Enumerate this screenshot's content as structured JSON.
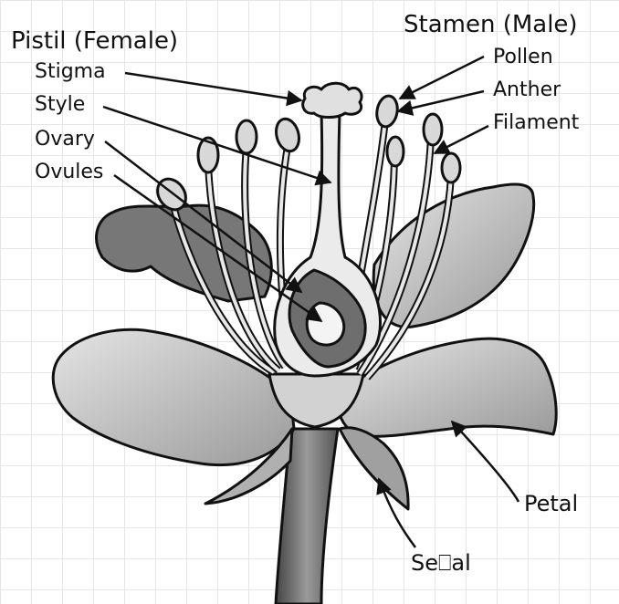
{
  "headings": {
    "pistil": "Pistil (Female)",
    "stamen": "Stamen (Male)"
  },
  "labels": {
    "stigma": "Stigma",
    "style": "Style",
    "ovary": "Ovary",
    "ovules": "Ovules",
    "pollen": "Pollen",
    "anther": "Anther",
    "filament": "Filament",
    "petal": "Petal",
    "sepal": "Se⎕al"
  },
  "colors": {
    "outline": "#111111",
    "petal_fill": "#c8c8c8",
    "petal_dark": "#8c8c8c",
    "ovary_fill": "#6e6e6e",
    "grid": "#e6e6e6"
  }
}
